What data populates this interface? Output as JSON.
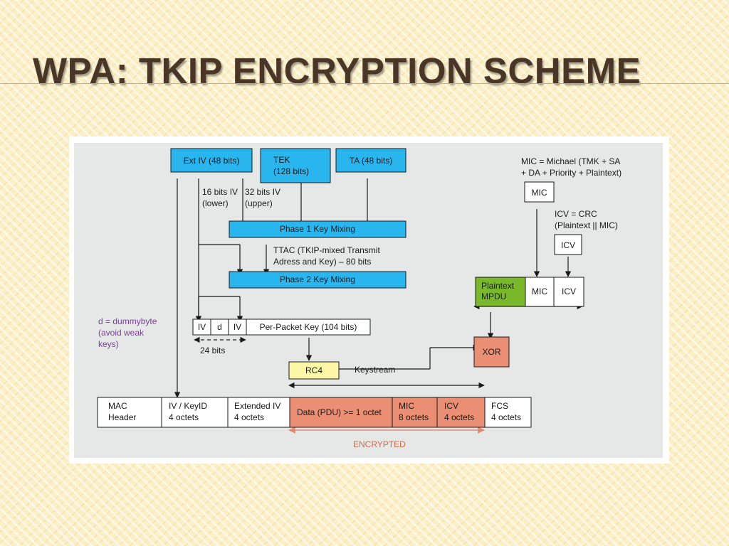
{
  "title": "WPA: TKIP ENCRYPTION SCHEME",
  "inputs": {
    "ext_iv": "Ext IV (48 bits)",
    "tek_line1": "TEK",
    "tek_line2": "(128 bits)",
    "ta": "TA (48 bits)"
  },
  "labels": {
    "iv16_line1": "16 bits IV",
    "iv16_line2": "(lower)",
    "iv32_line1": "32 bits IV",
    "iv32_line2": "(upper)",
    "ttac_line1": "TTAC (TKIP-mixed Transmit",
    "ttac_line2": "Adress and Key) – 80 bits",
    "dummy_line1": "d = dummybyte",
    "dummy_line2": "(avoid weak",
    "dummy_line3": "keys)",
    "bits24": "24 bits",
    "keystream": "Keystream",
    "mic_def_line1": "MIC = Michael (TMK + SA",
    "mic_def_line2": "+ DA + Priority + Plaintext)",
    "icv_def_line1": "ICV = CRC",
    "icv_def_line2": "(Plaintext || MIC)",
    "encrypted": "ENCRYPTED"
  },
  "phase1": {
    "prefix": "Phase 1",
    "suffix": " Key Mixing"
  },
  "phase2": {
    "prefix": "Phase 2",
    "suffix": " Key Mixing"
  },
  "per_packet": {
    "iv_a": "IV",
    "d": "d",
    "iv_b": "IV",
    "label": "Per-Packet Key (104 bits)"
  },
  "rc4": "RC4",
  "xor": "XOR",
  "mic_box": "MIC",
  "icv_box": "ICV",
  "mpdu": {
    "plaintext_line1": "Plaintext",
    "plaintext_line2": "MPDU",
    "mic": "MIC",
    "icv": "ICV"
  },
  "frame_fields": [
    {
      "line1": "MAC",
      "line2": "Header"
    },
    {
      "line1": "IV / KeyID",
      "line2": "4 octets"
    },
    {
      "line1": "Extended IV",
      "line2": "4 octets"
    },
    {
      "line1": "Data (PDU) >= 1 octet",
      "line2": ""
    },
    {
      "line1": "MIC",
      "line2": "8 octets"
    },
    {
      "line1": "ICV",
      "line2": "4 octets"
    },
    {
      "line1": "FCS",
      "line2": "4 octets"
    }
  ],
  "colors": {
    "blue": "#29b6ef",
    "green": "#79b829",
    "salmon": "#ea8f73",
    "yellow": "#fbf7a6",
    "purple": "#7b3f98",
    "encrypted_arrow": "#e08a70"
  }
}
